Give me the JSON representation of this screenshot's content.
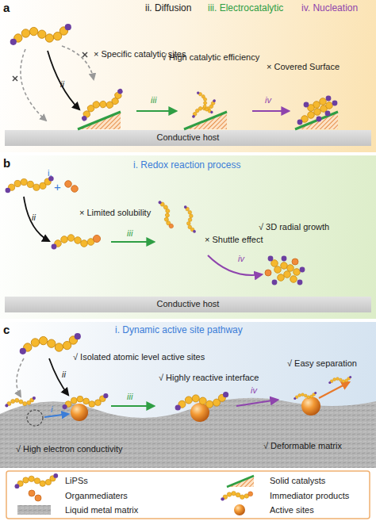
{
  "diagram": {
    "nodes": [
      {
        "text": [
          "a"
        ]
      },
      {
        "text": [
          "Conductive host"
        ],
        "in": 0
      },
      {
        "text": [
          "b"
        ]
      },
      {
        "text": [
          "Conductive host"
        ],
        "in": 2
      },
      {
        "text": [
          "c"
        ]
      }
    ],
    "labels": [
      "ii. Diffusion",
      "iii. Electrocatalytic",
      "iv. Nucleation",
      "× Specific catalytic sites",
      "ii",
      "√ High catalytic efficiency",
      "iii",
      "× Covered Surface",
      "iv",
      "i. Redox reaction process",
      "i.",
      "+",
      "ii",
      "× Limited solubility",
      "iii",
      "× Shuttle effect",
      "iv",
      "√ 3D radial growth",
      "i. Dynamic active site pathway",
      "ii",
      "√ Isolated atomic level active sites",
      "√ Highly reactive interface",
      "iii",
      "√ Easy separation",
      "iv",
      "√ High electron conductivity",
      "i",
      "√ Deformable matrix"
    ],
    "legend": [
      {
        "text": "LiPSs"
      },
      {
        "text": "Solid catalysts"
      },
      {
        "text": "Organmediaters"
      },
      {
        "text": "Immediator products"
      },
      {
        "text": "Liquid metal matrix"
      },
      {
        "text": "Active sites"
      }
    ]
  }
}
